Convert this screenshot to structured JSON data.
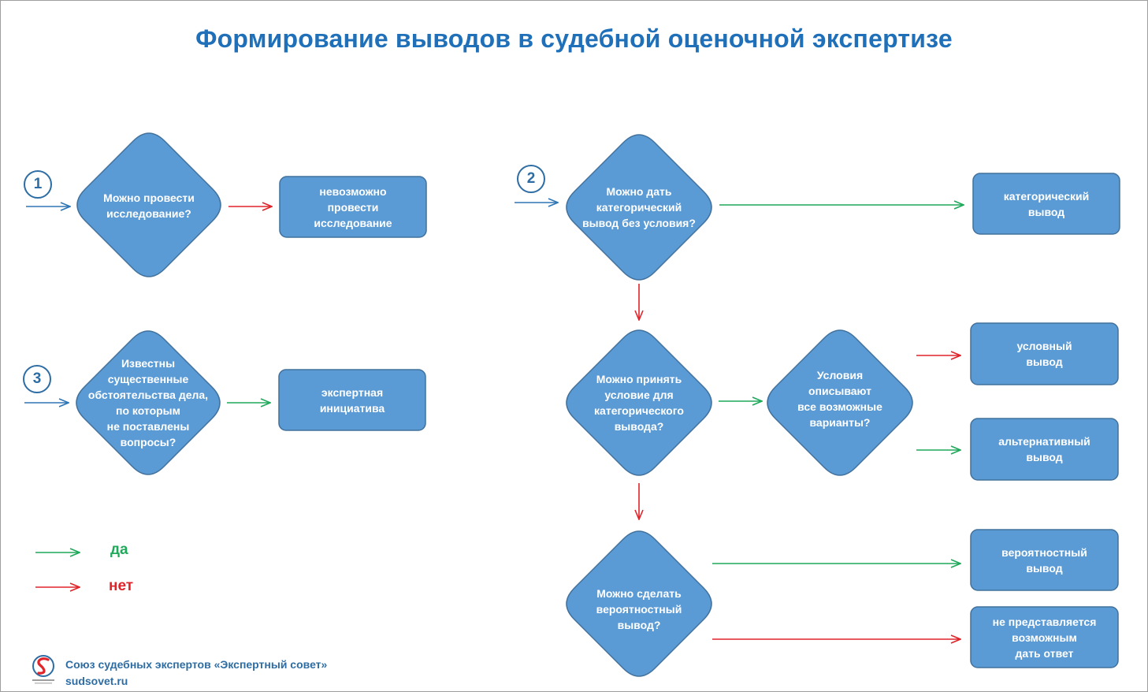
{
  "title": "Формирование выводов в судебной оценочной экспертизе",
  "steps": {
    "one": "1",
    "two": "2",
    "three": "3"
  },
  "decisions": {
    "d1": "Можно провести\nисследование?",
    "d2": "Можно дать\nкатегорический\nвывод без условия?",
    "d3": "Известны\nсущественные\nобстоятельства дела,\nпо которым\nне поставлены\nвопросы?",
    "d4": "Можно принять\nусловие для\nкатегорического\nвывода?",
    "d5": "Условия\nописывают\nвсе возможные\nварианты?",
    "d6": "Можно сделать\nвероятностный\nвывод?"
  },
  "outcomes": {
    "o1": "невозможно\nпровести\nисследование",
    "o2": "категорический\nвывод",
    "o3": "экспертная\nинициатива",
    "o4": "условный\nвывод",
    "o5": "альтернативный\nвывод",
    "o6": "вероятностный\nвывод",
    "o7": "не представляется\nвозможным\nдать ответ"
  },
  "legend": {
    "yes": "да",
    "no": "нет"
  },
  "footer": {
    "org": "Союз судебных экспертов «Экспертный совет»",
    "site": "sudsovet.ru"
  },
  "colors": {
    "title": "#1f70b8",
    "shape_fill": "#5b9bd5",
    "shape_stroke": "#41719c",
    "yes_arrow": "#1fa95a",
    "no_arrow": "#e0242a",
    "entry_arrow": "#2e75b6",
    "step_circle": "#2e6da4",
    "legend_yes_text": "#1fa95a",
    "legend_no_text": "#e0242a"
  }
}
